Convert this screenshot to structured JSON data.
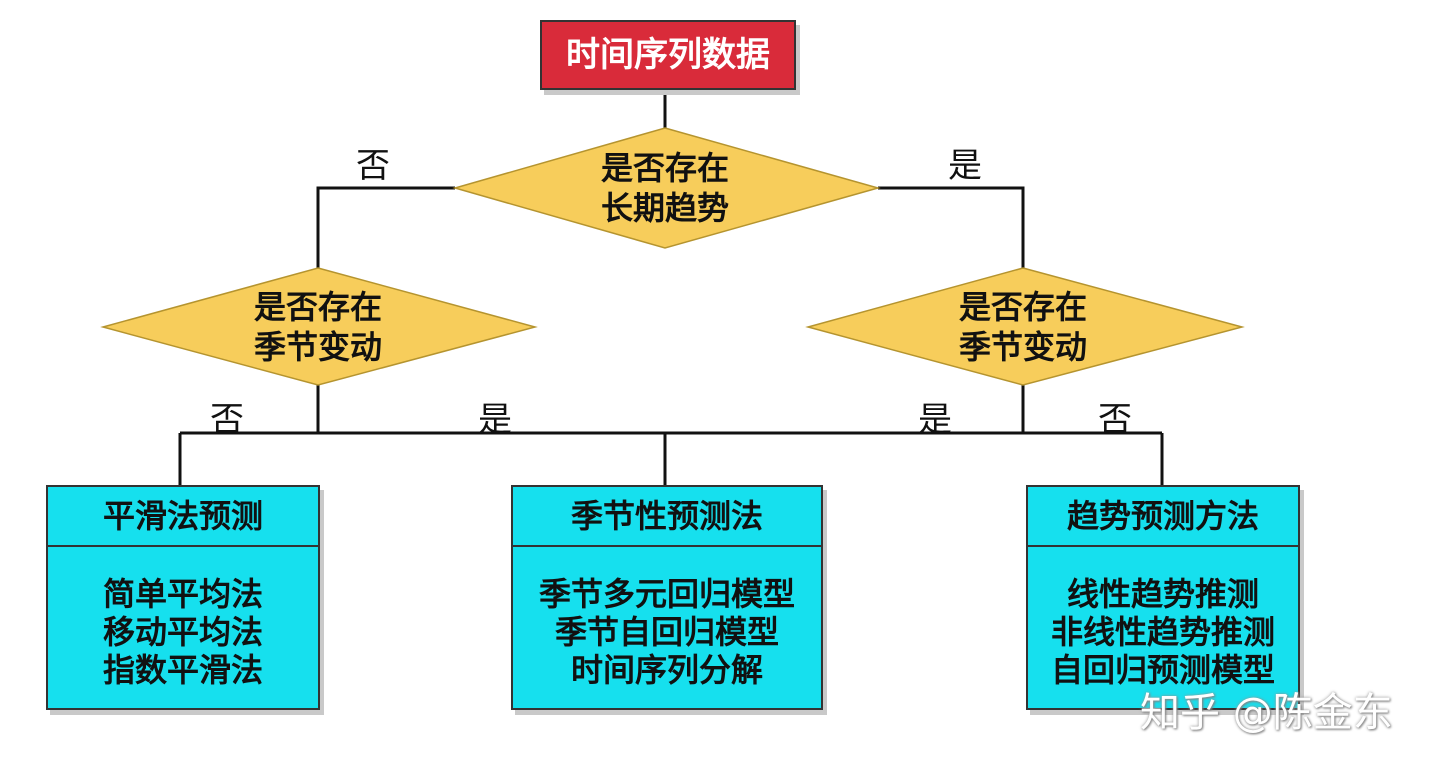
{
  "root": "时间序列数据",
  "decision_trend": {
    "line1": "是否存在",
    "line2": "长期趋势",
    "no": "否",
    "yes": "是"
  },
  "decision_seasonal_left": {
    "line1": "是否存在",
    "line2": "季节变动",
    "no": "否",
    "yes": "是"
  },
  "decision_seasonal_right": {
    "line1": "是否存在",
    "line2": "季节变动",
    "yes": "是",
    "no": "否"
  },
  "boxes": [
    {
      "title": "平滑法预测",
      "items": [
        "简单平均法",
        "移动平均法",
        "指数平滑法"
      ]
    },
    {
      "title": "季节性预测法",
      "items": [
        "季节多元回归模型",
        "季节自回归模型",
        "时间序列分解"
      ]
    },
    {
      "title": "趋势预测方法",
      "items": [
        "线性趋势推测",
        "非线性趋势推测",
        "自回归预测模型"
      ]
    }
  ],
  "watermark": "知乎 @陈金东",
  "colors": {
    "root": "#d92b3a",
    "diamond": "#f7cd5b",
    "box": "#16e0ee",
    "line": "#111111"
  }
}
